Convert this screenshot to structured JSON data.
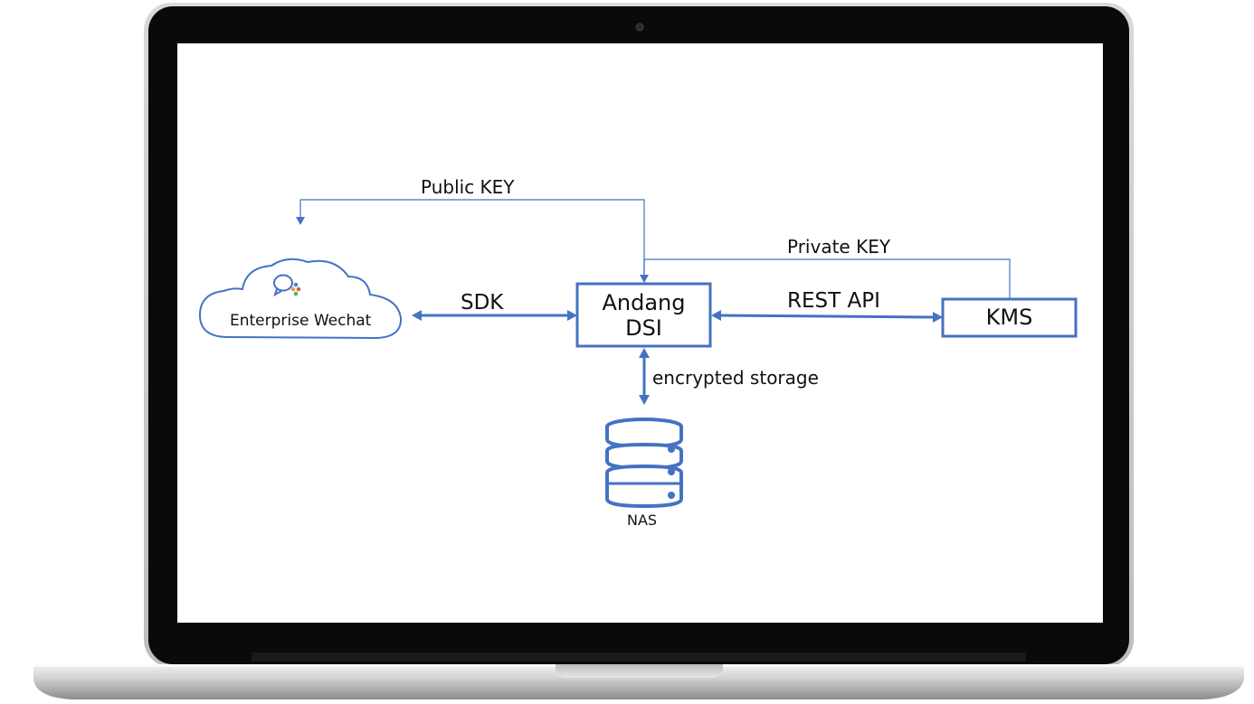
{
  "diagram": {
    "nodes": {
      "enterprise_wechat": {
        "label": "Enterprise Wechat",
        "icon": "wechat-work-icon"
      },
      "andang_dsi": {
        "label_line1": "Andang",
        "label_line2": "DSI"
      },
      "kms": {
        "label": "KMS"
      },
      "nas": {
        "label": "NAS",
        "icon": "database-stack-icon"
      }
    },
    "edges": {
      "public_key": "Public KEY",
      "private_key": "Private KEY",
      "sdk": "SDK",
      "rest_api": "REST API",
      "encrypted_storage": "encrypted storage"
    },
    "colors": {
      "accent": "#4472c4",
      "screen_bezel": "#0a0a0a",
      "laptop_base": "#c8c8c8"
    }
  }
}
